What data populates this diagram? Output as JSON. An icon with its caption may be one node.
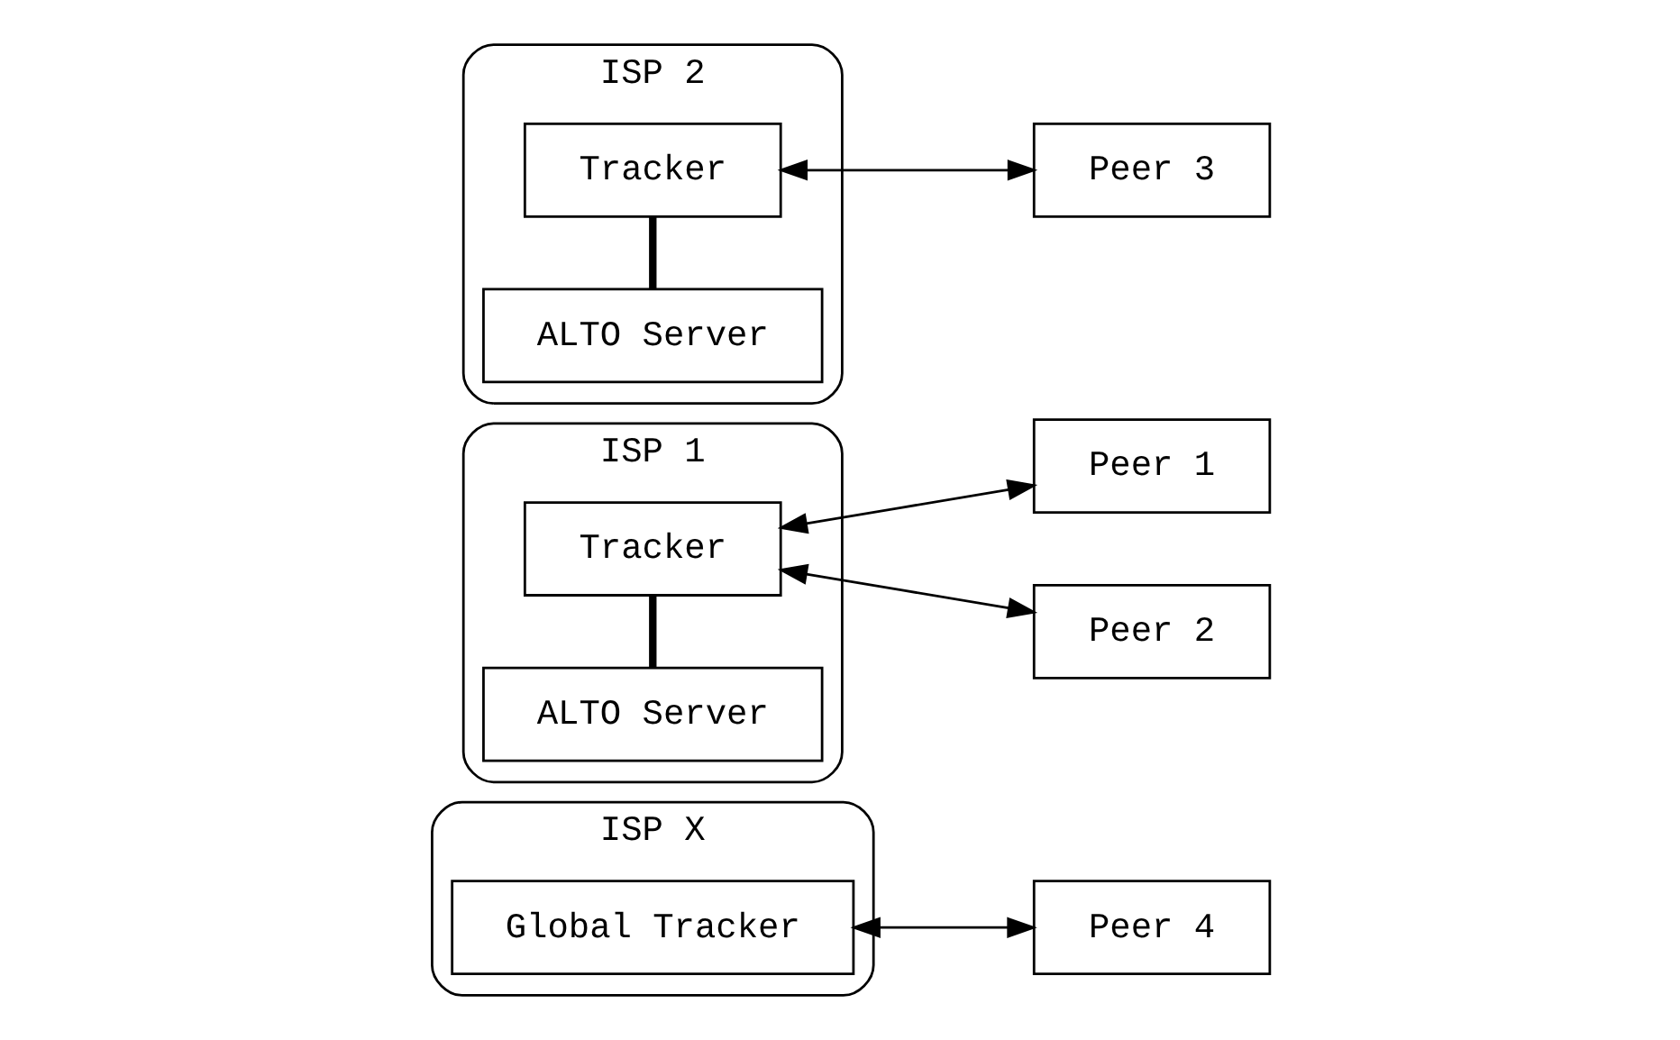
{
  "diagram": {
    "nodes": [
      {
        "text": [
          "ISP X"
        ]
      },
      {
        "text": [
          "Global Tracker"
        ],
        "in": 0
      },
      {
        "text": [
          "ISP 1"
        ]
      },
      {
        "text": [
          "Tracker"
        ],
        "in": 2
      },
      {
        "text": [
          "ALTO Server"
        ],
        "in": 2
      },
      {
        "text": [
          "ISP 2"
        ]
      },
      {
        "text": [
          "Tracker"
        ],
        "in": 5
      },
      {
        "text": [
          "ALTO Server"
        ],
        "in": 5
      },
      {
        "text": [
          "Peer 1"
        ]
      },
      {
        "text": [
          "Peer 2"
        ]
      },
      {
        "text": [
          "Peer 3"
        ]
      },
      {
        "text": [
          "Peer 4"
        ]
      }
    ],
    "edges": [
      {
        "from": 3,
        "to": 4,
        "arrow": "none",
        "style": "thick"
      },
      {
        "from": 6,
        "to": 7,
        "arrow": "none",
        "style": "thick"
      },
      {
        "from": 3,
        "to": 8,
        "arrow": "both"
      },
      {
        "from": 3,
        "to": 9,
        "arrow": "both"
      },
      {
        "from": 6,
        "to": 10,
        "arrow": "both"
      },
      {
        "from": 11,
        "to": 1,
        "arrow": "both"
      }
    ]
  }
}
